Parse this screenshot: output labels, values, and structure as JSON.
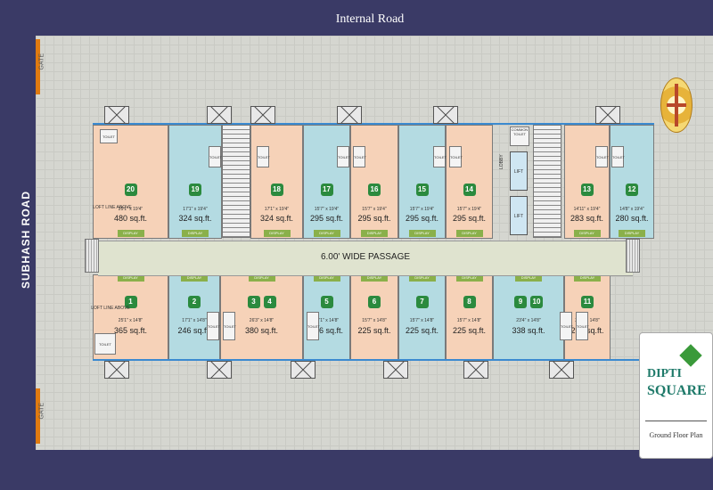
{
  "roads": {
    "top": "Internal Road",
    "left": "SUBHASH ROAD"
  },
  "gates": [
    "GATE",
    "GATE"
  ],
  "passage": "6.00' WIDE PASSAGE",
  "lobby": "LOBBY",
  "common_toilet": "COMMON TOILET",
  "lift": "LIFT",
  "toilet": "TOILET",
  "loft_line": "LOFT LINE ABOVE",
  "display": "DISPLAY",
  "logo": {
    "line1": "DIPTI",
    "line2": "SQUARE",
    "caption": "Ground Floor Plan"
  },
  "units_top": [
    {
      "num": "20",
      "dim": "25'1\" x 19'4\"",
      "area": "480 sq.ft.",
      "color": "peach"
    },
    {
      "num": "19",
      "dim": "17'1\" x 19'4\"",
      "area": "324 sq.ft.",
      "color": "blue"
    },
    {
      "num": "18",
      "dim": "17'1\" x 19'4\"",
      "area": "324 sq.ft.",
      "color": "peach"
    },
    {
      "num": "17",
      "dim": "15'7\" x 19'4\"",
      "area": "295 sq.ft.",
      "color": "blue"
    },
    {
      "num": "16",
      "dim": "15'7\" x 19'4\"",
      "area": "295 sq.ft.",
      "color": "peach"
    },
    {
      "num": "15",
      "dim": "15'7\" x 19'4\"",
      "area": "295 sq.ft.",
      "color": "blue"
    },
    {
      "num": "14",
      "dim": "15'7\" x 19'4\"",
      "area": "295 sq.ft.",
      "color": "peach"
    },
    {
      "num": "13",
      "dim": "14'11\" x 19'4\"",
      "area": "283 sq.ft.",
      "color": "peach"
    },
    {
      "num": "12",
      "dim": "14'8\" x 19'4\"",
      "area": "280 sq.ft.",
      "color": "blue"
    }
  ],
  "units_bottom": [
    {
      "num": "1",
      "dim": "25'1\" x 14'8\"",
      "area": "365 sq.ft.",
      "color": "peach"
    },
    {
      "num": "2",
      "dim": "17'1\" x 14'8\"",
      "area": "246 sq.ft.",
      "color": "blue"
    },
    {
      "num": "3",
      "num2": "4",
      "dim": "26'3\" x 14'8\"",
      "area": "380 sq.ft.",
      "color": "peach"
    },
    {
      "num": "5",
      "dim": "17'1\" x 14'8\"",
      "area": "246 sq.ft.",
      "color": "blue"
    },
    {
      "num": "6",
      "dim": "15'7\" x 14'8\"",
      "area": "225 sq.ft.",
      "color": "peach"
    },
    {
      "num": "7",
      "dim": "15'7\" x 14'8\"",
      "area": "225 sq.ft.",
      "color": "blue"
    },
    {
      "num": "8",
      "dim": "15'7\" x 14'8\"",
      "area": "225 sq.ft.",
      "color": "peach"
    },
    {
      "num": "9",
      "num2": "10",
      "dim": "23'4\" x 14'8\"",
      "area": "338 sq.ft.",
      "color": "blue"
    },
    {
      "num": "11",
      "dim": "20'6\" x 14'8\"",
      "area": "297 sq.ft.",
      "color": "peach"
    }
  ],
  "colors": {
    "peach": "#f6d2b8",
    "blue": "#b4dbe2",
    "badge": "#2b8a3e",
    "road": "#3a3a66"
  }
}
